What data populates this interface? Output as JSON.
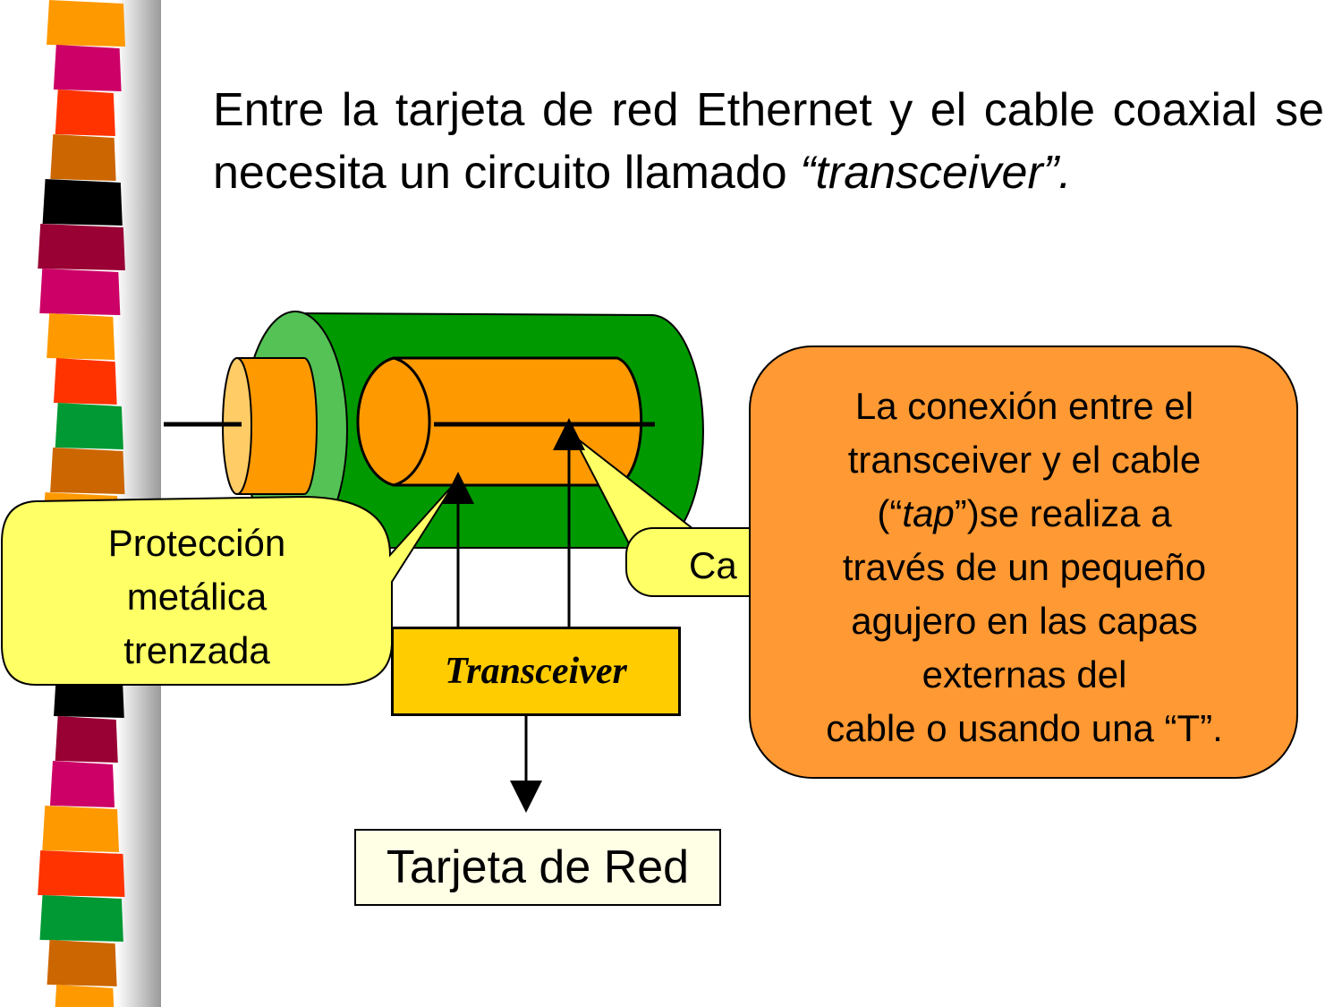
{
  "intro": {
    "line1": "Entre la tarjeta de red Ethernet y el cable coaxial se necesita un circuito llamado",
    "term": "“transceiver”."
  },
  "diagram": {
    "shield_callout": {
      "line1": "Protección",
      "line2": "metálica",
      "line3": "trenzada"
    },
    "cable_callout_visible": "Ca",
    "tap_callout": {
      "line1": "La conexión entre el",
      "line2": "transceiver y el cable",
      "line3_pre": "(“",
      "line3_em": "tap",
      "line3_post": "”)se realiza a",
      "line4": "través de un pequeño",
      "line5": "agujero en las capas",
      "line6": "externas del",
      "line7": "cable o usando una “T”."
    },
    "transceiver_label": "Transceiver",
    "nic_label": "Tarjeta de Red"
  },
  "colors": {
    "outer_jacket": "#009900",
    "jacket_end": "#55c255",
    "conductor": "#ff9900",
    "conductor_end": "#ffcc66",
    "callout_yellow": "#ffff66",
    "callout_orange": "#ff9933",
    "transceiver_fill": "#ffcc00",
    "stripes": [
      "#ff9900",
      "#cc0066",
      "#ff3300",
      "#cc6600",
      "#000000",
      "#990033",
      "#cc0066",
      "#ff9900",
      "#ff3300",
      "#009933",
      "#cc6600"
    ]
  }
}
